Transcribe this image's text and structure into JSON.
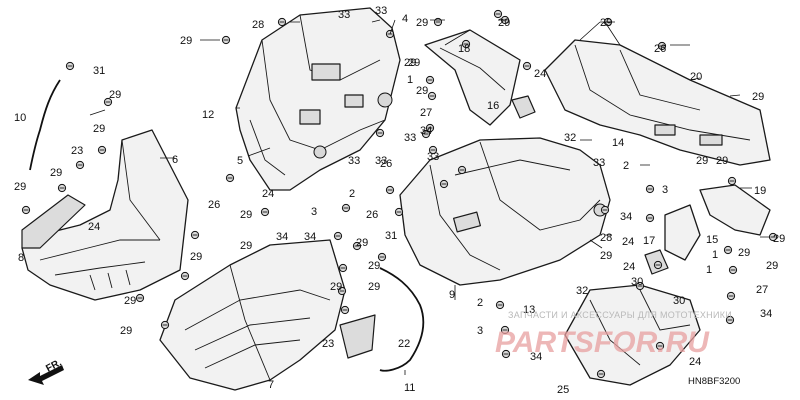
{
  "diagram": {
    "diagram_code": "HN8BF3200",
    "direction_label": "FR.",
    "watermark_text": "ЗАПЧАСТИ И АКСЕССУАРЫ ДЛЯ МОТОТЕХНИКИ",
    "watermark_logo": "PARTSFOR.RU",
    "callouts": [
      {
        "id": "c1",
        "label": "28"
      },
      {
        "id": "c2",
        "label": "33"
      },
      {
        "id": "c3",
        "label": "4"
      },
      {
        "id": "c4",
        "label": "29"
      },
      {
        "id": "c5",
        "label": "29"
      },
      {
        "id": "c6",
        "label": "29"
      },
      {
        "id": "c7",
        "label": "18"
      },
      {
        "id": "c8",
        "label": "29"
      },
      {
        "id": "c9",
        "label": "29"
      },
      {
        "id": "c10",
        "label": "26"
      },
      {
        "id": "c11",
        "label": "31"
      },
      {
        "id": "c12",
        "label": "12"
      },
      {
        "id": "c13",
        "label": "29"
      },
      {
        "id": "c14",
        "label": "10"
      },
      {
        "id": "c15",
        "label": "29"
      },
      {
        "id": "c16",
        "label": "23"
      },
      {
        "id": "c17",
        "label": "6"
      },
      {
        "id": "c18",
        "label": "29"
      },
      {
        "id": "c19",
        "label": "29"
      },
      {
        "id": "c20",
        "label": "24"
      },
      {
        "id": "c21",
        "label": "8"
      },
      {
        "id": "c22",
        "label": "29"
      },
      {
        "id": "c23",
        "label": "29"
      },
      {
        "id": "c24",
        "label": "29"
      },
      {
        "id": "c25",
        "label": "5"
      },
      {
        "id": "c26",
        "label": "26"
      },
      {
        "id": "c27",
        "label": "24"
      },
      {
        "id": "c28",
        "label": "29"
      },
      {
        "id": "c29",
        "label": "34"
      },
      {
        "id": "c30",
        "label": "7"
      },
      {
        "id": "c31",
        "label": "29"
      },
      {
        "id": "c32",
        "label": "3"
      },
      {
        "id": "c33",
        "label": "2"
      },
      {
        "id": "c34",
        "label": "33"
      },
      {
        "id": "c35",
        "label": "33"
      },
      {
        "id": "c36",
        "label": "33"
      },
      {
        "id": "c37",
        "label": "27"
      },
      {
        "id": "c38",
        "label": "34"
      },
      {
        "id": "c39",
        "label": "33"
      },
      {
        "id": "c40",
        "label": "1"
      },
      {
        "id": "c41",
        "label": "29"
      },
      {
        "id": "c42",
        "label": "24"
      },
      {
        "id": "c43",
        "label": "16"
      },
      {
        "id": "c44",
        "label": "32"
      },
      {
        "id": "c45",
        "label": "14"
      },
      {
        "id": "c46",
        "label": "20"
      },
      {
        "id": "c47",
        "label": "29"
      },
      {
        "id": "c48",
        "label": "33"
      },
      {
        "id": "c49",
        "label": "26"
      },
      {
        "id": "c50",
        "label": "31"
      },
      {
        "id": "c51",
        "label": "29"
      },
      {
        "id": "c52",
        "label": "29"
      },
      {
        "id": "c53",
        "label": "29"
      },
      {
        "id": "c54",
        "label": "29"
      },
      {
        "id": "c55",
        "label": "9"
      },
      {
        "id": "c56",
        "label": "22"
      },
      {
        "id": "c57",
        "label": "23"
      },
      {
        "id": "c58",
        "label": "11"
      },
      {
        "id": "c59",
        "label": "2"
      },
      {
        "id": "c60",
        "label": "13"
      },
      {
        "id": "c61",
        "label": "3"
      },
      {
        "id": "c62",
        "label": "34"
      },
      {
        "id": "c63",
        "label": "25"
      },
      {
        "id": "c64",
        "label": "2"
      },
      {
        "id": "c65",
        "label": "3"
      },
      {
        "id": "c66",
        "label": "34"
      },
      {
        "id": "c67",
        "label": "29"
      },
      {
        "id": "c68",
        "label": "28"
      },
      {
        "id": "c69",
        "label": "24"
      },
      {
        "id": "c70",
        "label": "17"
      },
      {
        "id": "c71",
        "label": "15"
      },
      {
        "id": "c72",
        "label": "1"
      },
      {
        "id": "c73",
        "label": "30"
      },
      {
        "id": "c74",
        "label": "32"
      },
      {
        "id": "c75",
        "label": "30"
      },
      {
        "id": "c76",
        "label": "24"
      },
      {
        "id": "c77",
        "label": "19"
      },
      {
        "id": "c78",
        "label": "29"
      },
      {
        "id": "c79",
        "label": "29"
      },
      {
        "id": "c80",
        "label": "29"
      },
      {
        "id": "c81",
        "label": "29"
      },
      {
        "id": "c82",
        "label": "27"
      },
      {
        "id": "c83",
        "label": "34"
      },
      {
        "id": "c84",
        "label": "24"
      },
      {
        "id": "c85",
        "label": "29"
      },
      {
        "id": "c86",
        "label": "26"
      },
      {
        "id": "c87",
        "label": "29"
      },
      {
        "id": "c88",
        "label": "1"
      },
      {
        "id": "c89",
        "label": "34"
      },
      {
        "id": "c90",
        "label": "33"
      }
    ]
  }
}
